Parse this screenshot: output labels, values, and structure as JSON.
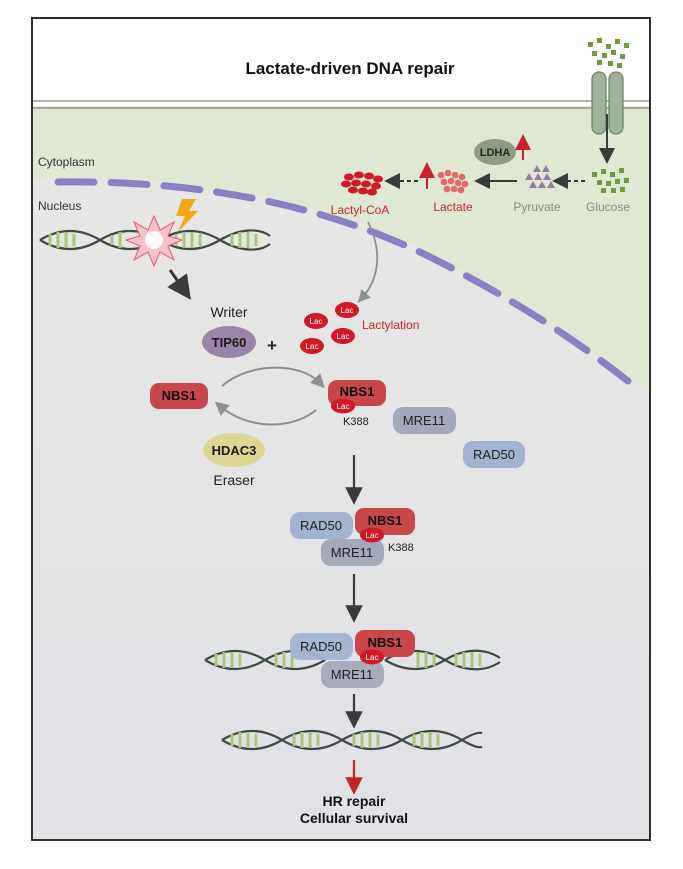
{
  "title": "Lactate-driven DNA repair",
  "compartments": {
    "cytoplasm": "Cytoplasm",
    "nucleus": "Nucleus"
  },
  "metabolism": {
    "lactyl_coa": "Lactyl-CoA",
    "lactate": "Lactate",
    "pyruvate": "Pyruvate",
    "glucose": "Glucose",
    "ldha": "LDHA"
  },
  "lactylation": {
    "label": "Lactylation",
    "tag": "Lac"
  },
  "writer": {
    "role": "Writer",
    "name": "TIP60",
    "plus": "+"
  },
  "eraser": {
    "role": "Eraser",
    "name": "HDAC3"
  },
  "proteins": {
    "nbs1": "NBS1",
    "mre11": "MRE11",
    "rad50": "RAD50"
  },
  "site": "K388",
  "outcome": {
    "line1": "HR repair",
    "line2": "Cellular survival"
  },
  "colors": {
    "membrane": "#8a80c2",
    "nbs1": "#c8474a",
    "lac": "#d01826",
    "mre11": "#a3a9b8",
    "rad50": "#a3b3cf",
    "tip60": "#9a85a7",
    "hdac3": "#dcd694",
    "ldha": "#8e9a82",
    "red_text": "#c8232c",
    "gray_text": "#8a8a8a",
    "glucose": "#6f9a3c",
    "pyruvate": "#9a7aa6",
    "dna_green": "#a7c77c",
    "dna_dark": "#3f4a45"
  }
}
